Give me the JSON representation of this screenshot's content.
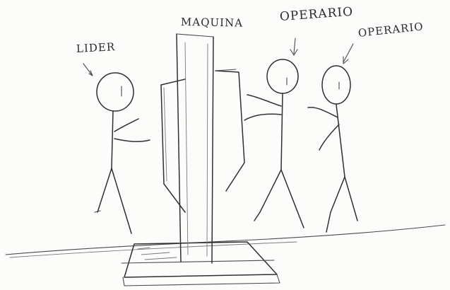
{
  "drawing": {
    "labels": {
      "lider": "LIDER",
      "maquina": "MAQUINA",
      "operario_1": "OPERARIO",
      "operario_2": "OPERARIO"
    },
    "ink_color": "#2f2f2f",
    "paper_color": "#fcfcfb"
  }
}
